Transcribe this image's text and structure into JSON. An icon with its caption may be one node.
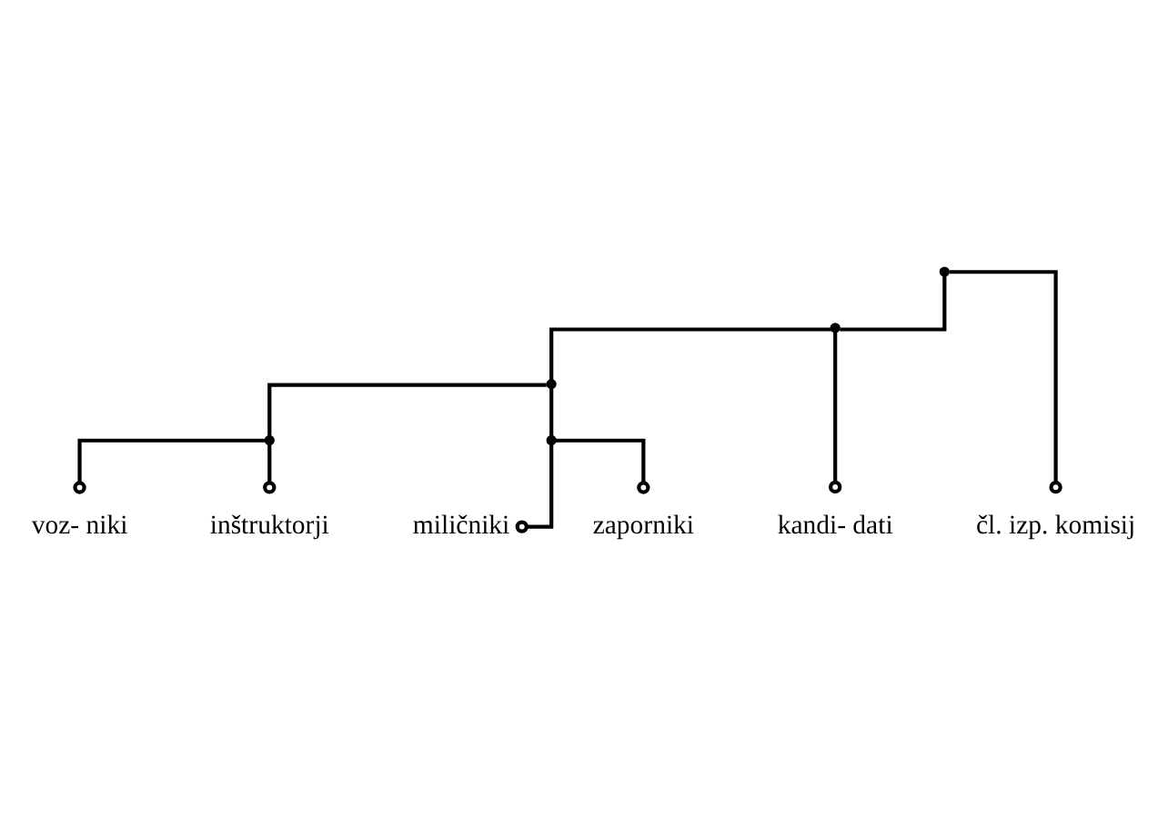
{
  "diagram": {
    "nodes": [
      {
        "text": [],
        "shape": "point"
      },
      {
        "text": [],
        "shape": "point"
      },
      {
        "text": [],
        "shape": "point"
      },
      {
        "text": [],
        "shape": "point"
      },
      {
        "text": [],
        "shape": "point"
      },
      {
        "text": [
          "voz- niki"
        ]
      },
      {
        "text": [
          "inštruktorji"
        ]
      },
      {
        "text": [
          "miličniki"
        ]
      },
      {
        "text": [
          "zaporniki"
        ]
      },
      {
        "text": [
          "kandi- dati"
        ]
      },
      {
        "text": [
          "čl. izp. komisij"
        ]
      }
    ],
    "edges": [
      {
        "from": 0,
        "to": 1,
        "arrow": "none"
      },
      {
        "from": 0,
        "to": 10,
        "arrow": "other"
      },
      {
        "from": 1,
        "to": 2,
        "arrow": "none"
      },
      {
        "from": 1,
        "to": 9,
        "arrow": "other"
      },
      {
        "from": 2,
        "to": 3,
        "arrow": "none"
      },
      {
        "from": 2,
        "to": 4,
        "arrow": "none"
      },
      {
        "from": 3,
        "to": 5,
        "arrow": "other"
      },
      {
        "from": 3,
        "to": 6,
        "arrow": "other"
      },
      {
        "from": 4,
        "to": 7,
        "arrow": "other"
      },
      {
        "from": 4,
        "to": 8,
        "arrow": "other"
      }
    ]
  }
}
